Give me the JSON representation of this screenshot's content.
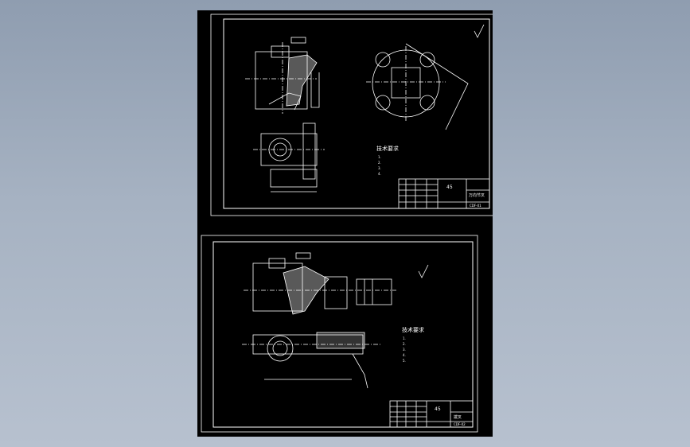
{
  "colors": {
    "background_top": "#8f9db0",
    "background_bottom": "#b7c1cf",
    "sheet": "#000000",
    "line": "#ffffff"
  },
  "drawing1": {
    "tech_title": "技术要求",
    "notes": [
      "1.",
      "2.",
      "3.",
      "4."
    ],
    "material": "45",
    "part_name": "万向节叉",
    "drawing_no": "CDF-01"
  },
  "drawing2": {
    "tech_title": "技术要求",
    "notes": [
      "1.",
      "2.",
      "3.",
      "4.",
      "5."
    ],
    "material": "45",
    "part_name": "拨叉",
    "drawing_no": "CDF-02"
  }
}
